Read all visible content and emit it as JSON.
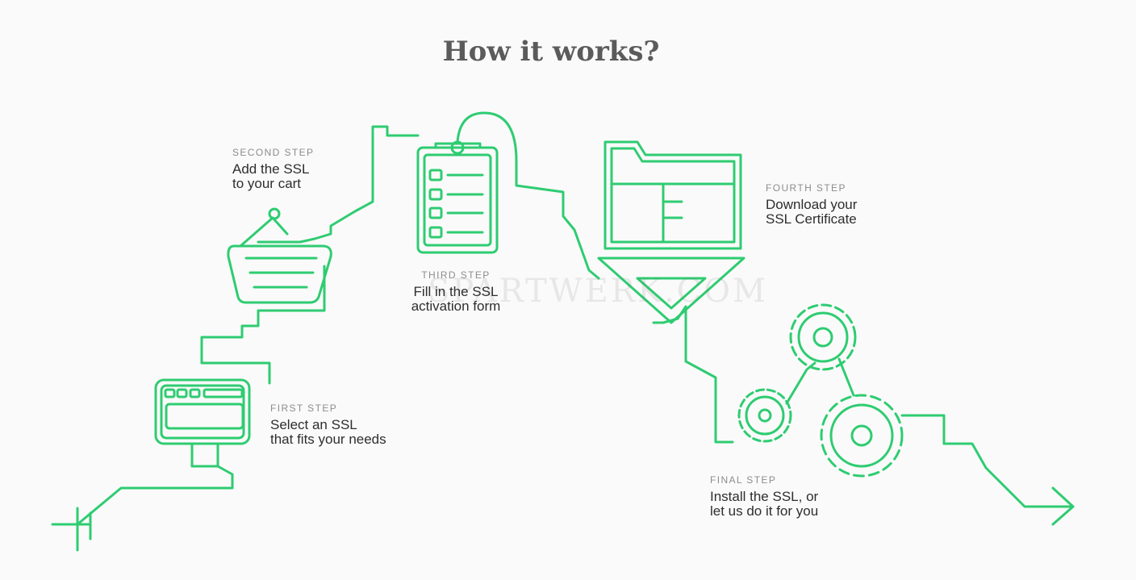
{
  "title": "How it works?",
  "watermark": "SPARTWERK.COM",
  "accent_color": "#2ecc71",
  "steps": [
    {
      "label": "FIRST STEP",
      "description": "Select an SSL\nthat fits your needs",
      "icon": "monitor-icon"
    },
    {
      "label": "SECOND STEP",
      "description": "Add the SSL\nto your cart",
      "icon": "basket-icon"
    },
    {
      "label": "THIRD STEP",
      "description": "Fill in the SSL\nactivation form",
      "icon": "clipboard-icon"
    },
    {
      "label": "FOURTH STEP",
      "description": "Download your\nSSL Certificate",
      "icon": "folder-download-icon"
    },
    {
      "label": "FINAL STEP",
      "description": "Install the SSL, or\nlet us do it for you",
      "icon": "gears-icon"
    }
  ]
}
